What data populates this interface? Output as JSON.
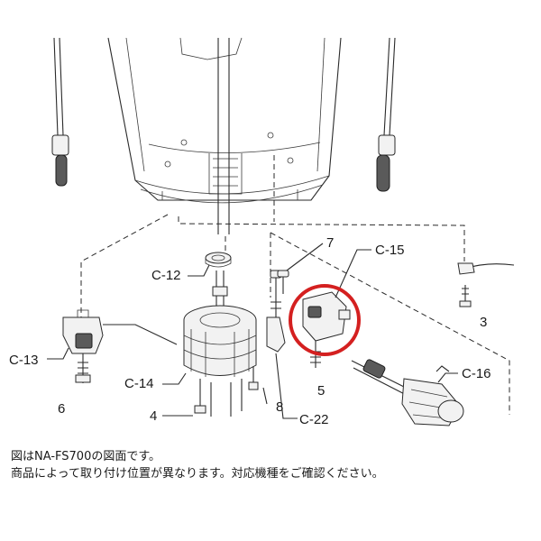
{
  "labels": {
    "c12": "C-12",
    "c13": "C-13",
    "c14": "C-14",
    "c15": "C-15",
    "c16": "C-16",
    "c22": "C-22",
    "n3": "3",
    "n4": "4",
    "n5": "5",
    "n6": "6",
    "n7": "7",
    "n8": "8"
  },
  "highlight_color": "#d42020",
  "caption": {
    "line1": "図はNA-FS700の図面です。",
    "line2": "商品によって取り付け位置が異なります。対応機種をご確認ください。"
  }
}
